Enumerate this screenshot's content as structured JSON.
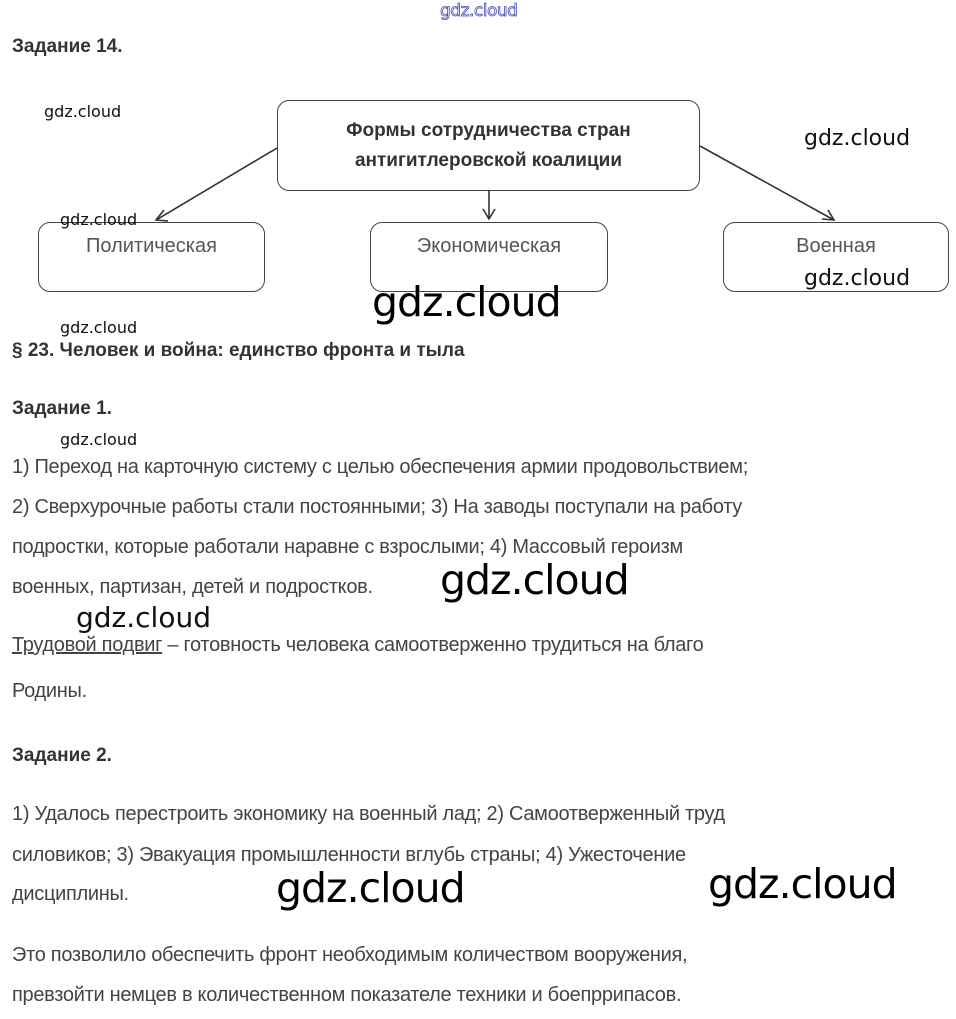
{
  "watermarks": {
    "top": "gdz.cloud",
    "label": "gdz.cloud"
  },
  "task14": {
    "heading": "Задание 14.",
    "diagram": {
      "root": "Формы сотрудничества стран антигитлеровской коалиции",
      "root_line1": "Формы сотрудничества стран",
      "root_line2": "антигитлеровской коалиции",
      "children": [
        "Политическая",
        "Экономическая",
        "Военная"
      ]
    }
  },
  "section": {
    "title": "§ 23. Человек и война: единство фронта и тыла"
  },
  "task1": {
    "heading": "Задание 1.",
    "lines": [
      "1) Переход на карточную систему с целью обеспечения армии продовольствием;",
      "2) Сверхурочные работы стали постоянными; 3) На заводы поступали на работу",
      "подростки, которые работали наравне с взрослыми; 4) Массовый героизм",
      "военных, партизан, детей и подростков."
    ],
    "definition_term": "Трудовой подвиг",
    "definition_rest": " – готовность человека самоотверженно трудиться на благо",
    "definition_line2": "Родины."
  },
  "task2": {
    "heading": "Задание 2.",
    "lines": [
      "1) Удалось перестроить экономику на военный лад; 2) Самоотверженный труд",
      "силовиков; 3) Эвакуация промышленности вглубь страны; 4) Ужесточение",
      "дисциплины."
    ],
    "conclusion": [
      "Это позволило обеспечить фронт необходимым количеством вооружения,",
      "превзойти немцев в количественном показателе техники и боепррипасов."
    ]
  }
}
